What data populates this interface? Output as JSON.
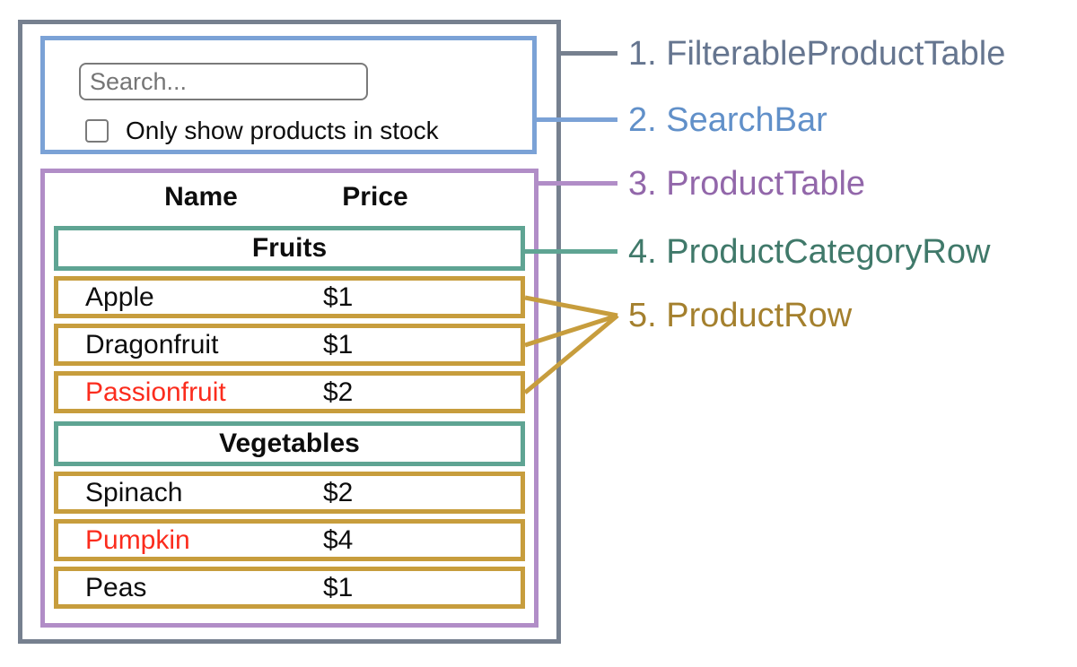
{
  "colors": {
    "frame": "#76808f",
    "searchbar": "#7ba2d6",
    "table": "#b18dc7",
    "category": "#5fa493",
    "row": "#c79d3d",
    "inputBorder": "#7a7a7a",
    "placeholder": "#757575",
    "textDefault": "#0d0d0d",
    "textOutOfStock": "#fb2c1d"
  },
  "search_bar": {
    "placeholder": "Search...",
    "value": "",
    "checkbox_label": "Only show products in stock",
    "checkbox_checked": false
  },
  "product_table": {
    "columns": [
      "Name",
      "Price"
    ],
    "sections": [
      {
        "category": "Fruits",
        "rows": [
          {
            "name": "Apple",
            "price": "$1",
            "name_color": "#0d0d0d"
          },
          {
            "name": "Dragonfruit",
            "price": "$1",
            "name_color": "#0d0d0d"
          },
          {
            "name": "Passionfruit",
            "price": "$2",
            "name_color": "#fb2c1d"
          }
        ]
      },
      {
        "category": "Vegetables",
        "rows": [
          {
            "name": "Spinach",
            "price": "$2",
            "name_color": "#0d0d0d"
          },
          {
            "name": "Pumpkin",
            "price": "$4",
            "name_color": "#fb2c1d"
          },
          {
            "name": "Peas",
            "price": "$1",
            "name_color": "#0d0d0d"
          }
        ]
      }
    ]
  },
  "legend": {
    "items": [
      {
        "text": "1. FilterableProductTable",
        "color": "#65758f"
      },
      {
        "text": "2. SearchBar",
        "color": "#6190c9"
      },
      {
        "text": "3. ProductTable",
        "color": "#9267aa"
      },
      {
        "text": "4. ProductCategoryRow",
        "color": "#40796a"
      },
      {
        "text": "5. ProductRow",
        "color": "#a4802e"
      }
    ]
  }
}
